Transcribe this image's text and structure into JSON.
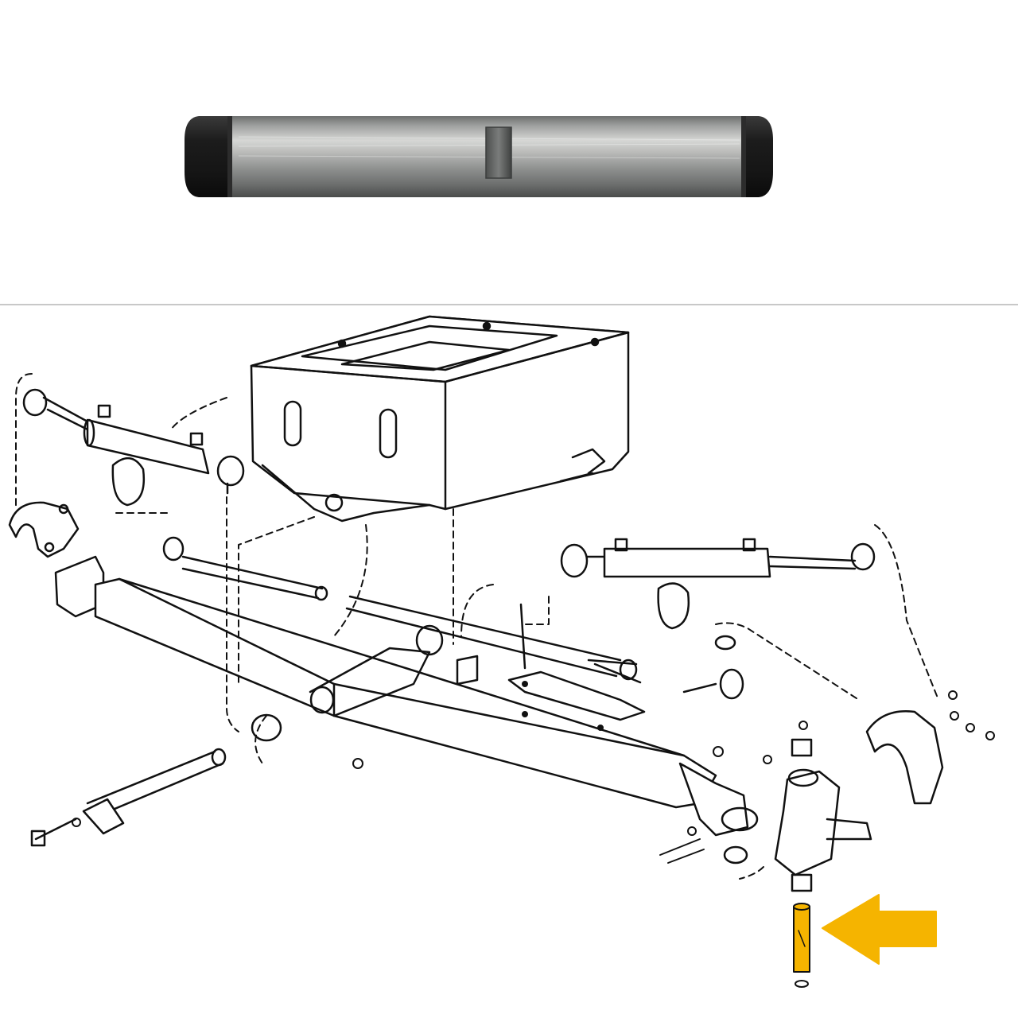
{
  "accent_color": "#f5b400",
  "photo": {
    "icon": "king-pin-photo",
    "shaft_color": "#a9aaa8",
    "cap_color": "#222222"
  },
  "diagram": {
    "icon": "front-axle-exploded-diagram",
    "line_color": "#111111",
    "highlighted_part": "king-pin",
    "pointer": "right-to-left-arrow-icon"
  }
}
